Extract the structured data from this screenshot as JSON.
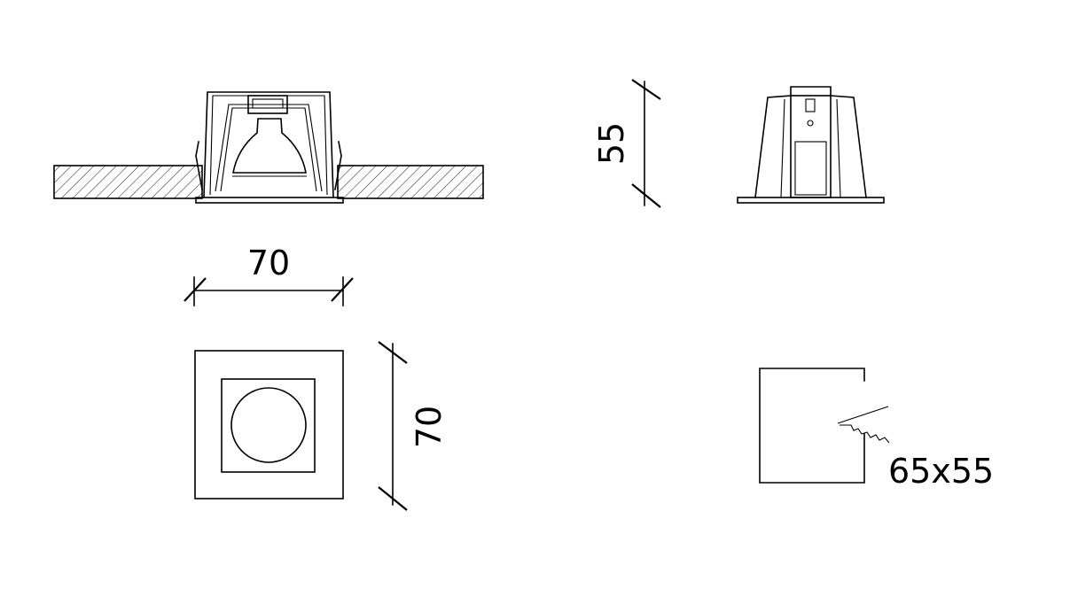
{
  "drawing": {
    "side_width_label": "70",
    "side_height_label": "55",
    "plan_height_label": "70",
    "cutout_label": "65x55"
  }
}
